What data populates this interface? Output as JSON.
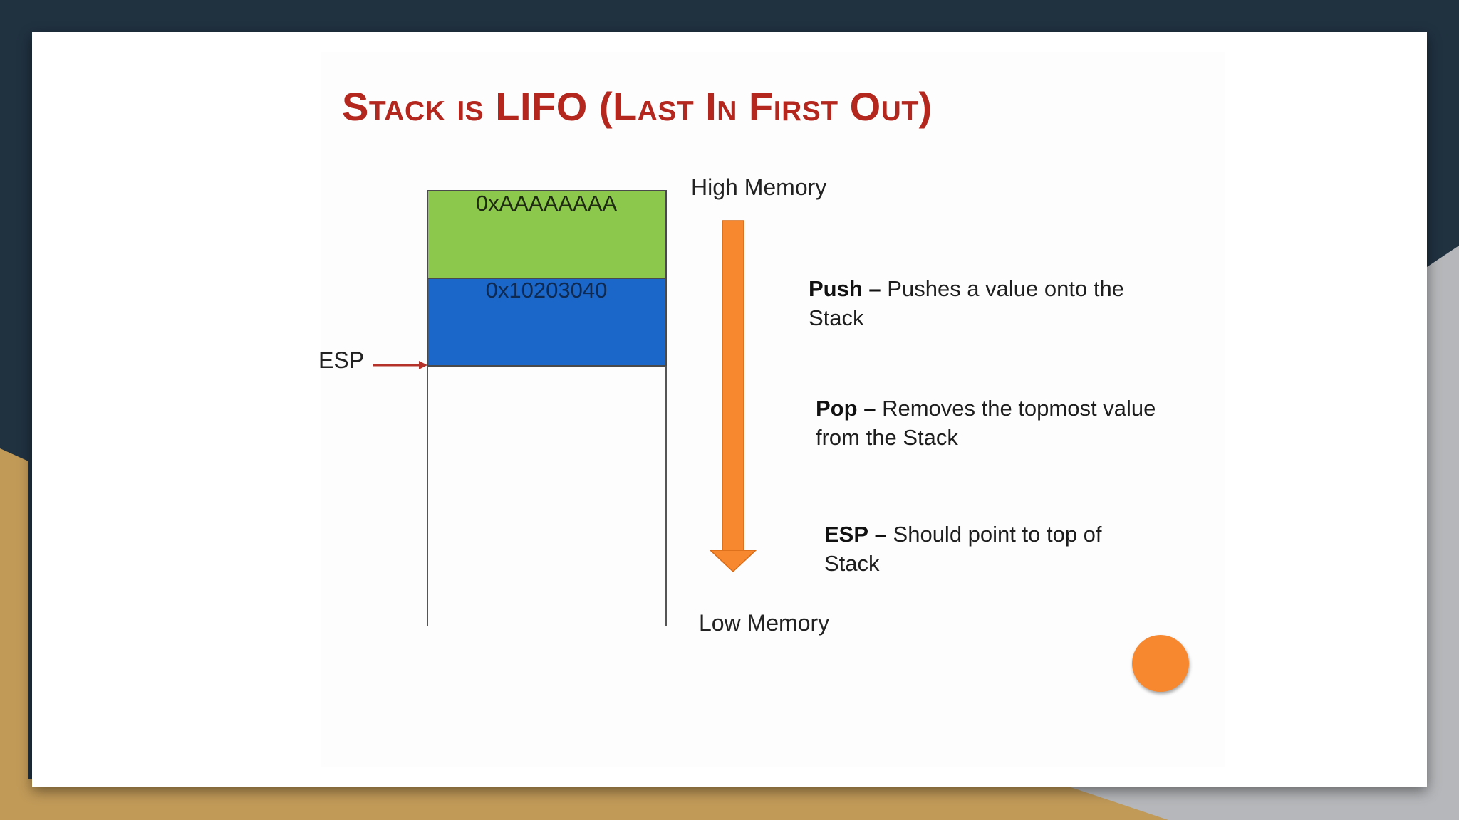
{
  "slide": {
    "title": "Stack is LIFO (Last In First Out)"
  },
  "stack": {
    "cells": [
      {
        "value": "0xAAAAAAAA",
        "color": "#8cc84b"
      },
      {
        "value": "0x10203040",
        "color": "#1b66c9"
      }
    ],
    "pointer_label": "ESP"
  },
  "memory": {
    "high_label": "High Memory",
    "low_label": "Low Memory",
    "arrow_color": "#f7882f"
  },
  "descriptions": [
    {
      "term": "Push",
      "separator": "–",
      "line1": "Pushes a value onto the",
      "line2": "Stack"
    },
    {
      "term": "Pop",
      "separator": "–",
      "line1": "Removes the topmost value",
      "line2": "from the Stack"
    },
    {
      "term": "ESP",
      "separator": "–",
      "line1": "Should point to top of",
      "line2": "Stack"
    }
  ],
  "colors": {
    "background_dark": "#203140",
    "background_gold": "#c19a58",
    "background_grey": "#b5b7ba",
    "title": "#b3271f",
    "pointer_arrow": "#b4322a"
  }
}
